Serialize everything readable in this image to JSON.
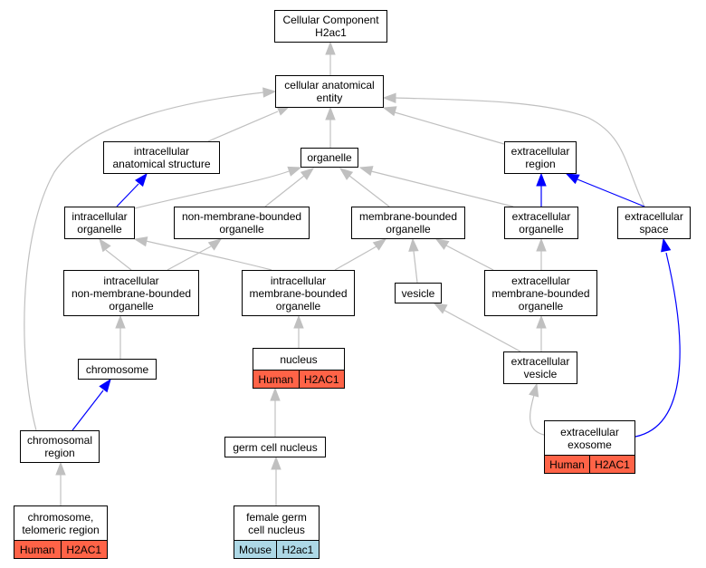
{
  "colors": {
    "gray_edge": "#c0c0c0",
    "blue_edge": "#0000ff",
    "human_fill": "#ff6347",
    "mouse_fill": "#add8e6"
  },
  "nodes": {
    "root": {
      "label": "Cellular Component\nH2ac1"
    },
    "cae": {
      "label": "cellular anatomical\nentity"
    },
    "ias": {
      "label": "intracellular\nanatomical structure"
    },
    "org": {
      "label": "organelle"
    },
    "exr": {
      "label": "extracellular\nregion"
    },
    "io": {
      "label": "intracellular\norganelle"
    },
    "nmbo": {
      "label": "non-membrane-bounded\norganelle"
    },
    "mbo": {
      "label": "membrane-bounded\norganelle"
    },
    "eo": {
      "label": "extracellular\norganelle"
    },
    "es": {
      "label": "extracellular\nspace"
    },
    "inmbo": {
      "label": "intracellular\nnon-membrane-bounded\norganelle"
    },
    "imbo": {
      "label": "intracellular\nmembrane-bounded\norganelle"
    },
    "ves": {
      "label": "vesicle"
    },
    "embo": {
      "label": "extracellular\nmembrane-bounded\norganelle"
    },
    "chrom": {
      "label": "chromosome"
    },
    "nuc": {
      "label": "nucleus",
      "species": "Human",
      "gene": "H2AC1"
    },
    "ev": {
      "label": "extracellular\nvesicle"
    },
    "cr": {
      "label": "chromosomal\nregion"
    },
    "gcn": {
      "label": "germ cell nucleus"
    },
    "exo": {
      "label": "extracellular\nexosome",
      "species": "Human",
      "gene": "H2AC1"
    },
    "ctr": {
      "label": "chromosome,\ntelomeric region",
      "species": "Human",
      "gene": "H2AC1"
    },
    "fgcn": {
      "label": "female germ\ncell nucleus",
      "species": "Mouse",
      "gene": "H2ac1"
    }
  }
}
